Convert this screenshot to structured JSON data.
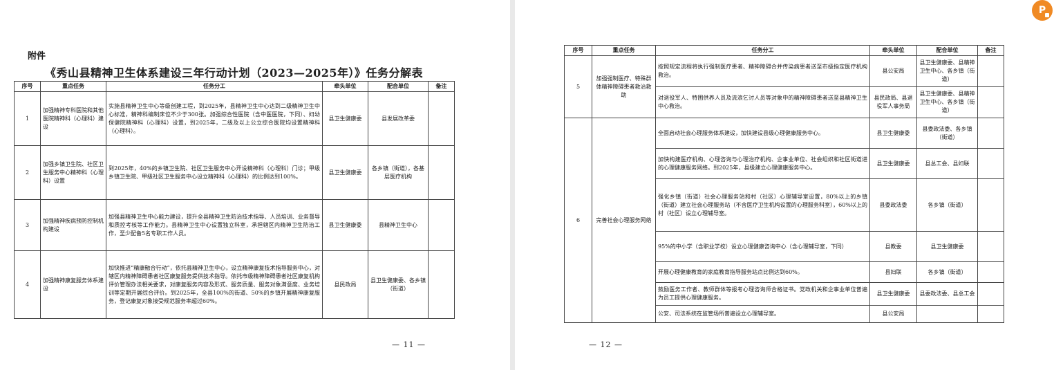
{
  "annex_label": "附件",
  "doc_title": "《秀山县精神卫生体系建设三年行动计划（2023—2025年）》任务分解表",
  "headers": {
    "seq": "序号",
    "task": "重点任务",
    "division": "任务分工",
    "lead": "牵头单位",
    "coop": "配合单位",
    "note": "备注"
  },
  "left_rows": [
    {
      "seq": "1",
      "task": "加强精神专科医院和其他医院精神科（心理科）建设",
      "division": "实施县精神卫生中心等级创建工程，到2025年，县精神卫生中心达到二级精神卫生中心标准，精神科编制床位不少于300张。加强综合性医院（含中医医院，下同）、妇幼保健院精神科（心理科）设置，到2025年，二级及以上公立综合医院均设置精神科（心理科）。",
      "lead": "县卫生健康委",
      "coop": "县发展改革委",
      "note": ""
    },
    {
      "seq": "2",
      "task": "加强乡镇卫生院、社区卫生服务中心精神科（心理科）设置",
      "division": "到2025年，40%的乡镇卫生院、社区卫生服务中心开设精神科（心理科）门诊；甲级乡镇卫生院、甲级社区卫生服务中心设立精神科（心理科）的比例达到100%。",
      "lead": "县卫生健康委",
      "coop": "各乡镇（街道），各基层医疗机构",
      "note": ""
    },
    {
      "seq": "3",
      "task": "加强精神疾病预防控制机构建设",
      "division": "加强县精神卫生中心能力建设，提升全县精神卫生防治技术指导、人员培训、业务督导和质控考核等工作能力。县精神卫生中心设置独立科室，承担辖区内精神卫生防治工作，至少配备5名专职工作人员。",
      "lead": "县卫生健康委",
      "coop": "县精神卫生中心",
      "note": ""
    },
    {
      "seq": "4",
      "task": "加强精神康复服务体系建设",
      "division": "加快推进“精康融合行动”，依托县精神卫生中心，设立精神康复技术指导服务中心，对辖区内精神障碍患者社区康复服务提供技术指导。依托市级精神障碍患者社区康复机构评价管理办法相关要求，对康复服务内容及形式、服务质量、服务对象满意度、业务培训等定期开展综合评价。到2025年，全县100%的街道、50%的乡镇开展精神康复服务，登记康复对象接受规范服务率超过60%。",
      "lead": "县民政局",
      "coop": "县卫生健康委、各乡镇（街道）",
      "note": ""
    }
  ],
  "right_groups": [
    {
      "seq": "5",
      "task": "加强强制医疗、特殊群体精神障碍患者救治救助",
      "items": [
        {
          "division": "按照规定流程将执行强制医疗患者、精神障碍合并传染病患者送至市级指定医疗机构救治。",
          "lead": "县公安局",
          "coop": "县卫生健康委、县精神卫生中心、各乡镇（街道）",
          "note": ""
        },
        {
          "division": "对退役军人、特困供养人员及流浪乞讨人员等对象中的精神障碍患者送至县精神卫生中心救治。",
          "lead": "县民政局、县退役军人事务局",
          "coop": "县卫生健康委、县精神卫生中心、各乡镇（街道）",
          "note": ""
        }
      ]
    },
    {
      "seq": "6",
      "task": "完善社会心理服务网络",
      "items": [
        {
          "division": "全面启动社会心理服务体系建设，加快建设县级心理健康服务中心。",
          "lead": "县卫生健康委",
          "coop": "县委政法委、各乡镇（街道）",
          "note": ""
        },
        {
          "division": "加快构建医疗机构、心理咨询与心理治疗机构、企事业单位、社会组织和社区街道进的心理健康服务网络。到2025年，县级建立心理健康服务中心。",
          "lead": "县卫生健康委",
          "coop": "县总工会、县妇联",
          "note": ""
        },
        {
          "division": "强化乡镇（街道）社会心理服务站和村（社区）心理辅导室设置，80%以上的乡镇（街道）建立社会心理服务站（不含医疗卫生机构设置的心理服务科室），60%以上的村（社区）设立心理辅导室。",
          "lead": "县委政法委",
          "coop": "各乡镇（街道）",
          "note": ""
        },
        {
          "division": "95%的中小学（含职业学校）设立心理健康咨询中心（含心理辅导室，下同）",
          "lead": "县教委",
          "coop": "县卫生健康委",
          "note": ""
        },
        {
          "division": "开展心理健康教育的家庭教育指导服务站点比例达到60%。",
          "lead": "县妇联",
          "coop": "各乡镇（街道）",
          "note": ""
        },
        {
          "division": "鼓励医务工作者、教师群体等报考心理咨询师合格证书。党政机关和企事业单位普遍为员工提供心理健康服务。",
          "lead": "县卫生健康委",
          "coop": "县委政法委、县总工会",
          "note": ""
        },
        {
          "division": "公安、司法系统在监管场所普遍设立心理辅导室。",
          "lead": "县公安局",
          "coop": "",
          "note": ""
        }
      ]
    }
  ],
  "page_numbers": {
    "left": "— 11 —",
    "right": "— 12 —"
  },
  "app_badge": {
    "letter": "P",
    "icon": "document-app-icon",
    "color": "#f08a24"
  }
}
